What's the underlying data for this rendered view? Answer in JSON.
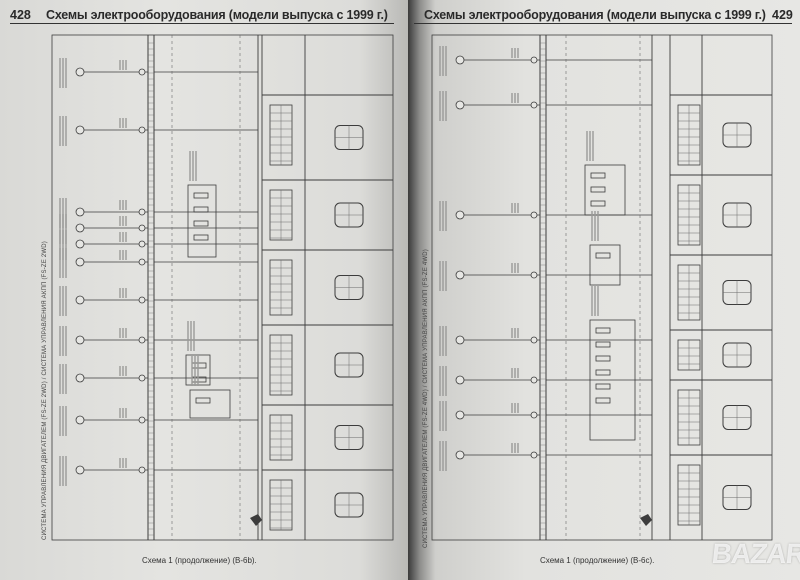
{
  "left_page": {
    "page_number": "428",
    "header": "Схемы электрооборудования (модели выпуска с 1999 г.)",
    "side_title": "СИСТЕМА УПРАВЛЕНИЯ ДВИГАТЕЛЕМ (FS-ZE 2WD) / СИСТЕМА УПРАВЛЕНИЯ АКПП (FS-ZE 2WD)",
    "caption": "Схема 1 (продолжение) (В-6b)."
  },
  "right_page": {
    "page_number": "429",
    "header": "Схемы электрооборудования (модели выпуска с 1999 г.)",
    "side_title": "СИСТЕМА УПРАВЛЕНИЯ ДВИГАТЕЛЕМ (FS-ZE 4WD) / СИСТЕМА УПРАВЛЕНИЯ АКПП (FS-ZE 4WD)",
    "caption": "Схема 1 (продолжение) (В-6с)."
  },
  "watermark": "BAZAR"
}
